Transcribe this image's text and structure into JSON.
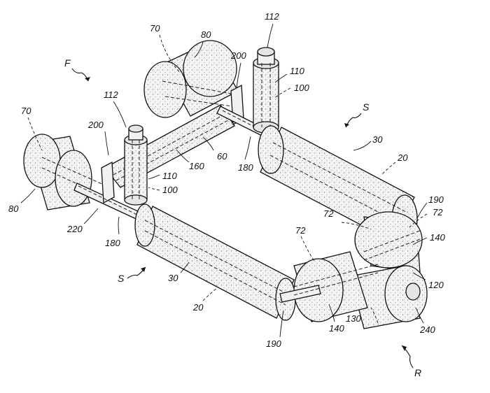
{
  "figure": {
    "labels": [
      {
        "id": "70-left",
        "text": "70"
      },
      {
        "id": "70-top",
        "text": "70"
      },
      {
        "id": "80-top",
        "text": "80"
      },
      {
        "id": "80-left",
        "text": "80"
      },
      {
        "id": "112-top",
        "text": "112"
      },
      {
        "id": "112-mid",
        "text": "112"
      },
      {
        "id": "200-top",
        "text": "200"
      },
      {
        "id": "200-left",
        "text": "200"
      },
      {
        "id": "110-top",
        "text": "110"
      },
      {
        "id": "100-top",
        "text": "100"
      },
      {
        "id": "110-mid",
        "text": "110"
      },
      {
        "id": "100-mid",
        "text": "100"
      },
      {
        "id": "160",
        "text": "160"
      },
      {
        "id": "60",
        "text": "60"
      },
      {
        "id": "180-top",
        "text": "180"
      },
      {
        "id": "180-left",
        "text": "180"
      },
      {
        "id": "220",
        "text": "220"
      },
      {
        "id": "30-top",
        "text": "30"
      },
      {
        "id": "20-top",
        "text": "20"
      },
      {
        "id": "30-bottom",
        "text": "30"
      },
      {
        "id": "20-bottom",
        "text": "20"
      },
      {
        "id": "190-right",
        "text": "190"
      },
      {
        "id": "190-bottom",
        "text": "190"
      },
      {
        "id": "72-a",
        "text": "72"
      },
      {
        "id": "72-b",
        "text": "72"
      },
      {
        "id": "72-c",
        "text": "72"
      },
      {
        "id": "140-right",
        "text": "140"
      },
      {
        "id": "140-bottom",
        "text": "140"
      },
      {
        "id": "120",
        "text": "120"
      },
      {
        "id": "130",
        "text": "130"
      },
      {
        "id": "240",
        "text": "240"
      },
      {
        "id": "F",
        "text": "F"
      },
      {
        "id": "S-top",
        "text": "S"
      },
      {
        "id": "S-bottom",
        "text": "S"
      },
      {
        "id": "R",
        "text": "R"
      }
    ]
  }
}
